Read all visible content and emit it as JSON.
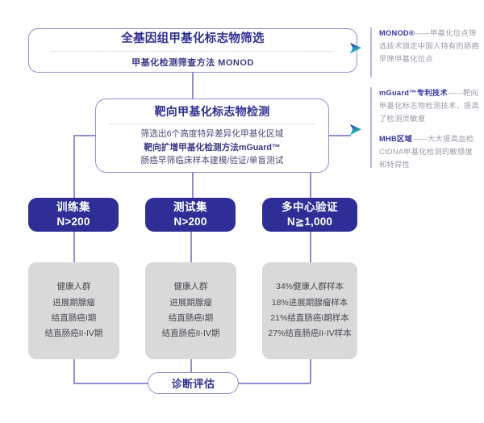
{
  "diagram": {
    "title_flow": "全基因组甲基化标志物筛选",
    "accent_blue": "#2e2e96",
    "accent_border": "#8f8fd0",
    "grey_box": "#d9d9d9",
    "note_text": "#9a9aa8",
    "arrow_gradient_from": "#2b2b8f",
    "arrow_gradient_to": "#2fd6c8"
  },
  "box_top": {
    "title": "全基因组甲基化标志物筛选",
    "subtitle": "甲基化检测筛查方法 MONOD"
  },
  "box_mid": {
    "title": "靶向甲基化标志物检测",
    "line1": "筛选出6个高度特异差异化甲基化区域",
    "line2": "靶向扩增甲基化检测方法mGuard™",
    "line3": "肠癌早筛临床样本建模/验证/单盲测试"
  },
  "cohorts": [
    {
      "id": "train",
      "name": "训练集",
      "n": "N>200",
      "details": [
        "健康人群",
        "进展期腺瘤",
        "结直肠癌I期",
        "结直肠癌II-IV期"
      ]
    },
    {
      "id": "test",
      "name": "测试集",
      "n": "N>200",
      "details": [
        "健康人群",
        "进展期腺瘤",
        "结直肠癌I期",
        "结直肠癌II-IV期"
      ]
    },
    {
      "id": "multi",
      "name": "多中心验证",
      "n": "N≧1,000",
      "details": [
        "34%健康人群样本",
        "18%进展期腺瘤样本",
        "21%结直肠癌I期样本",
        "27%结直肠癌II-IV样本"
      ]
    }
  ],
  "box_bottom": {
    "label": "诊断评估"
  },
  "notes": [
    {
      "id": "monod",
      "keyword": "MONOD®",
      "text": "——甲基化位点筛选技术锁定中国人特有的肠癌早筛甲基化位点"
    },
    {
      "id": "mguard",
      "keyword": "mGuard™专利技术",
      "text": "——靶向甲基化标志物检测技术，提高了检测灵敏度"
    },
    {
      "id": "mhb",
      "keyword": "MHB区域",
      "text": "——大大提高血检CtDNA甲基化检测的敏感度和特异性"
    }
  ]
}
